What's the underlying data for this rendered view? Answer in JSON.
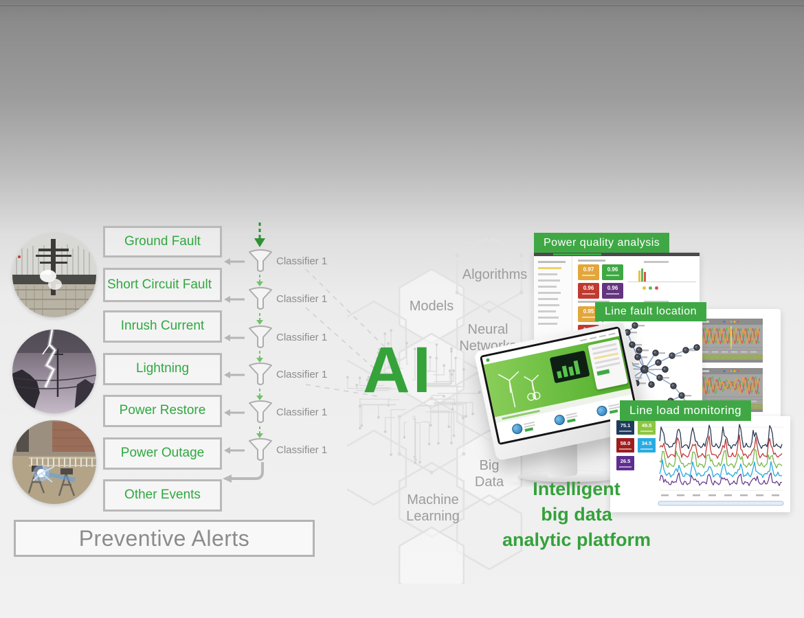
{
  "palette": {
    "green_text": "#2fa840",
    "banner_green": "#3fa845",
    "ai_green": "#36a23a",
    "gray_text": "#8c8c8c",
    "box_border": "#b9b9b9"
  },
  "events": [
    "Ground Fault",
    "Short Circuit Fault",
    "Inrush Current",
    "Lightning",
    "Power Restore",
    "Power Outage",
    "Other Events"
  ],
  "classifiers": [
    "Classifier 1",
    "Classifier 1",
    "Classifier 1",
    "Classifier 1",
    "Classifier 1",
    "Classifier 1"
  ],
  "flow": {
    "preventive_alerts": "Preventive Alerts"
  },
  "ai": {
    "label": "AI"
  },
  "concepts": {
    "algorithms": "Algorithms",
    "models": "Models",
    "neural_line1": "Neural",
    "neural_line2": "Networks",
    "bigdata_line1": "Big",
    "bigdata_line2": "Data",
    "ml_line1": "Machine",
    "ml_line2": "Learning"
  },
  "banners": {
    "power_quality": "Power quality analysis",
    "line_fault": "Line fault location",
    "line_load": "Line load monitoring"
  },
  "platform": {
    "line1": "Intelligent",
    "line2": "big data",
    "line3": "analytic platform"
  },
  "power_quality": {
    "tiles1": [
      "0.97",
      "0.96",
      "0.96",
      "0.96"
    ],
    "tiles2": [
      "0.95",
      "",
      "0.96",
      ""
    ],
    "tile_colors": [
      "#e3a63b",
      "#3fa845",
      "#bf3b31",
      "#64357f"
    ]
  },
  "line_load": {
    "tiles": [
      {
        "value": "75.1",
        "color": "#203a5c"
      },
      {
        "value": "49.5",
        "color": "#8dc63f"
      },
      {
        "value": "58.0",
        "color": "#9e1c20"
      },
      {
        "value": "34.5",
        "color": "#29abe1"
      },
      {
        "value": "26.5",
        "color": "#5f2d91"
      }
    ],
    "series_colors": [
      "#2b3a52",
      "#c23b3b",
      "#7ab648",
      "#29abe1",
      "#6a3d91"
    ]
  }
}
